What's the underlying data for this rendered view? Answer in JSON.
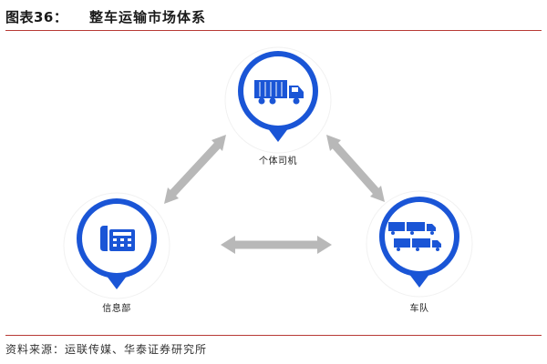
{
  "header": {
    "figure_label": "图表36：",
    "title": "整车运输市场体系"
  },
  "nodes": {
    "individual_driver": {
      "label": "个体司机",
      "icon": "truck-icon"
    },
    "info_department": {
      "label": "信息部",
      "icon": "telephone-icon"
    },
    "fleet": {
      "label": "车队",
      "icon": "fleet-trucks-icon"
    }
  },
  "colors": {
    "accent_blue": "#1a55d6",
    "arrow_gray": "#b8b8b8",
    "rule_red": "#b83a35",
    "watermark_gray": "#d9d9d9"
  },
  "footer": {
    "source": "资料来源：运联传媒、华泰证券研究所"
  }
}
